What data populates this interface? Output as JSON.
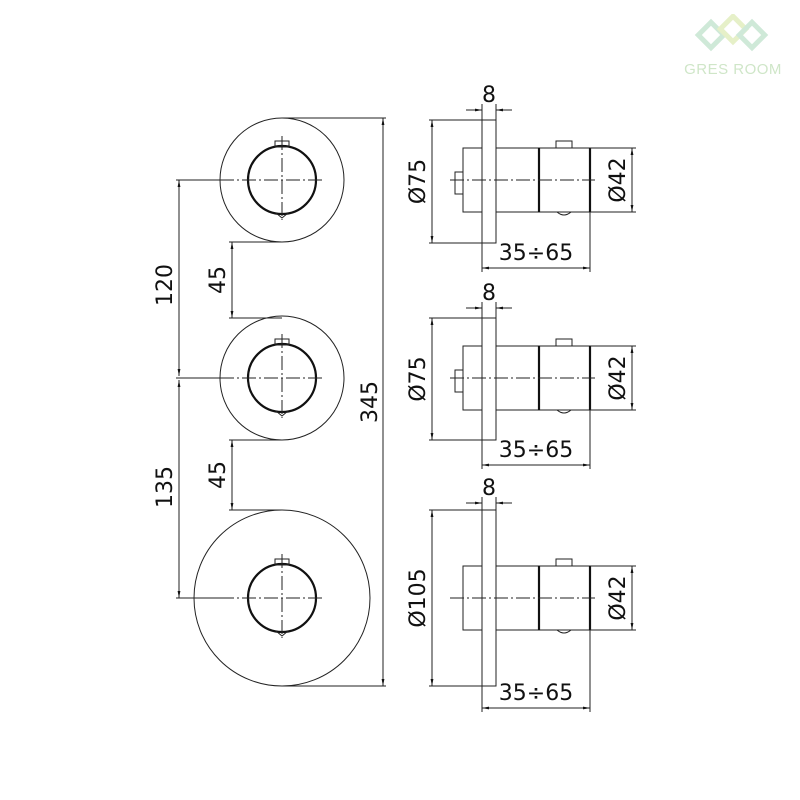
{
  "logo": {
    "text": "GRES ROOM",
    "colors": [
      "#c9e8d4",
      "#e3efc6"
    ]
  },
  "front_view": {
    "dims": {
      "spacing_top": "120",
      "spacing_bottom": "135",
      "gap_top": "45",
      "gap_bottom": "45",
      "overall_height": "345"
    }
  },
  "side_views": [
    {
      "plate_thickness": "8",
      "plate_diameter": "Ø75",
      "knob_diameter": "Ø42",
      "projection": "35÷65"
    },
    {
      "plate_thickness": "8",
      "plate_diameter": "Ø75",
      "knob_diameter": "Ø42",
      "projection": "35÷65"
    },
    {
      "plate_thickness": "8",
      "plate_diameter": "Ø105",
      "knob_diameter": "Ø42",
      "projection": "35÷65"
    }
  ]
}
